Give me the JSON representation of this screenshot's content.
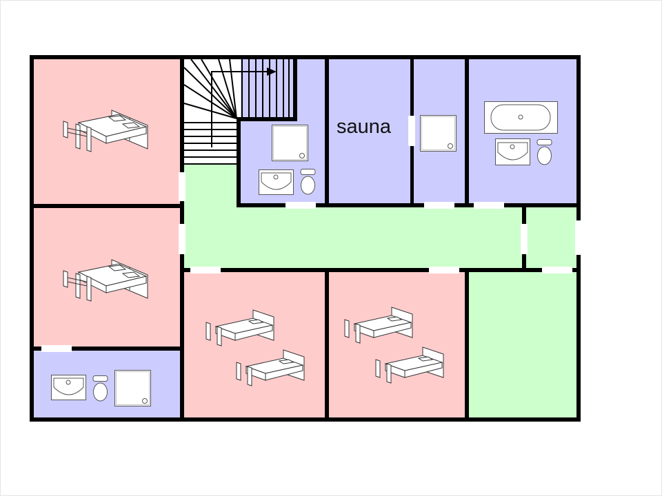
{
  "plan": {
    "title": "",
    "colors": {
      "bedroom": "#ffcccc",
      "wet_room": "#ccccff",
      "circulation": "#ccffcc",
      "stairs": "#ffffff",
      "wall": "#000000",
      "door": "#ffffff"
    },
    "rooms": [
      {
        "id": "bedroom-1",
        "type": "bedroom",
        "furniture": [
          "double-bed"
        ]
      },
      {
        "id": "stairs",
        "type": "stairs",
        "furniture": [
          "stair-direction-arrow"
        ]
      },
      {
        "id": "bathroom-1",
        "type": "wet_room",
        "furniture": [
          "shower",
          "washbasin",
          "toilet"
        ]
      },
      {
        "id": "sauna",
        "type": "wet_room",
        "label": "sauna"
      },
      {
        "id": "shower-room",
        "type": "wet_room",
        "furniture": [
          "shower"
        ]
      },
      {
        "id": "bathroom-2",
        "type": "wet_room",
        "furniture": [
          "bathtub",
          "washbasin",
          "toilet"
        ]
      },
      {
        "id": "hallway",
        "type": "circulation"
      },
      {
        "id": "vestibule",
        "type": "circulation"
      },
      {
        "id": "bedroom-2",
        "type": "bedroom",
        "furniture": [
          "double-bed"
        ]
      },
      {
        "id": "bathroom-3",
        "type": "wet_room",
        "furniture": [
          "washbasin",
          "toilet",
          "shower"
        ]
      },
      {
        "id": "bedroom-3",
        "type": "bedroom",
        "furniture": [
          "single-bed",
          "single-bed"
        ]
      },
      {
        "id": "bedroom-4",
        "type": "bedroom",
        "furniture": [
          "single-bed",
          "single-bed"
        ]
      },
      {
        "id": "green-room",
        "type": "circulation"
      }
    ],
    "labels": {
      "sauna": "sauna"
    }
  }
}
